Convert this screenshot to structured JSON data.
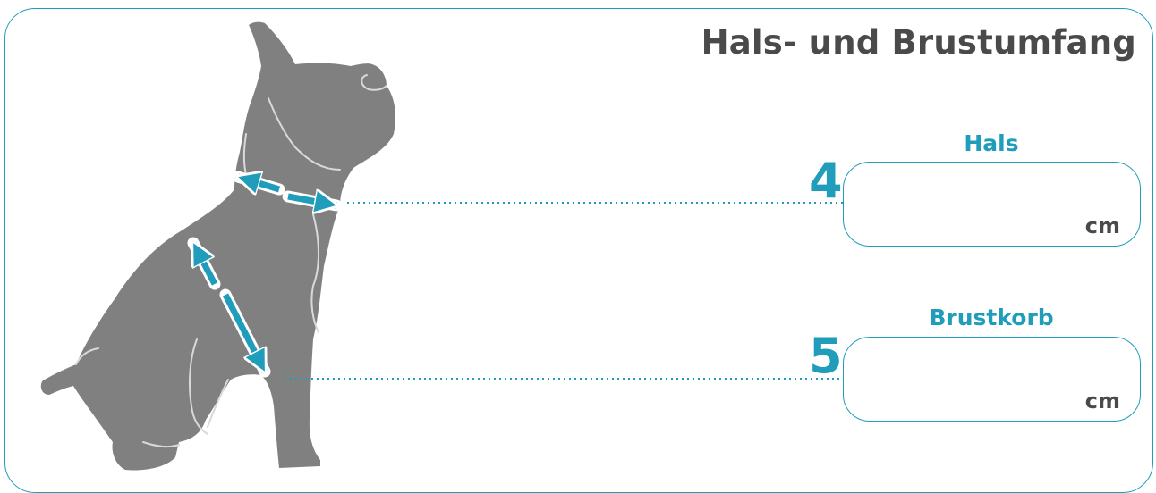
{
  "title": "Hals- und Brustumfang",
  "colors": {
    "accent": "#1f9dba",
    "silhouette": "#808080",
    "text": "#4a4a4a"
  },
  "measurements": [
    {
      "number": "4",
      "label": "Hals",
      "unit": "cm"
    },
    {
      "number": "5",
      "label": "Brustkorb",
      "unit": "cm"
    }
  ]
}
